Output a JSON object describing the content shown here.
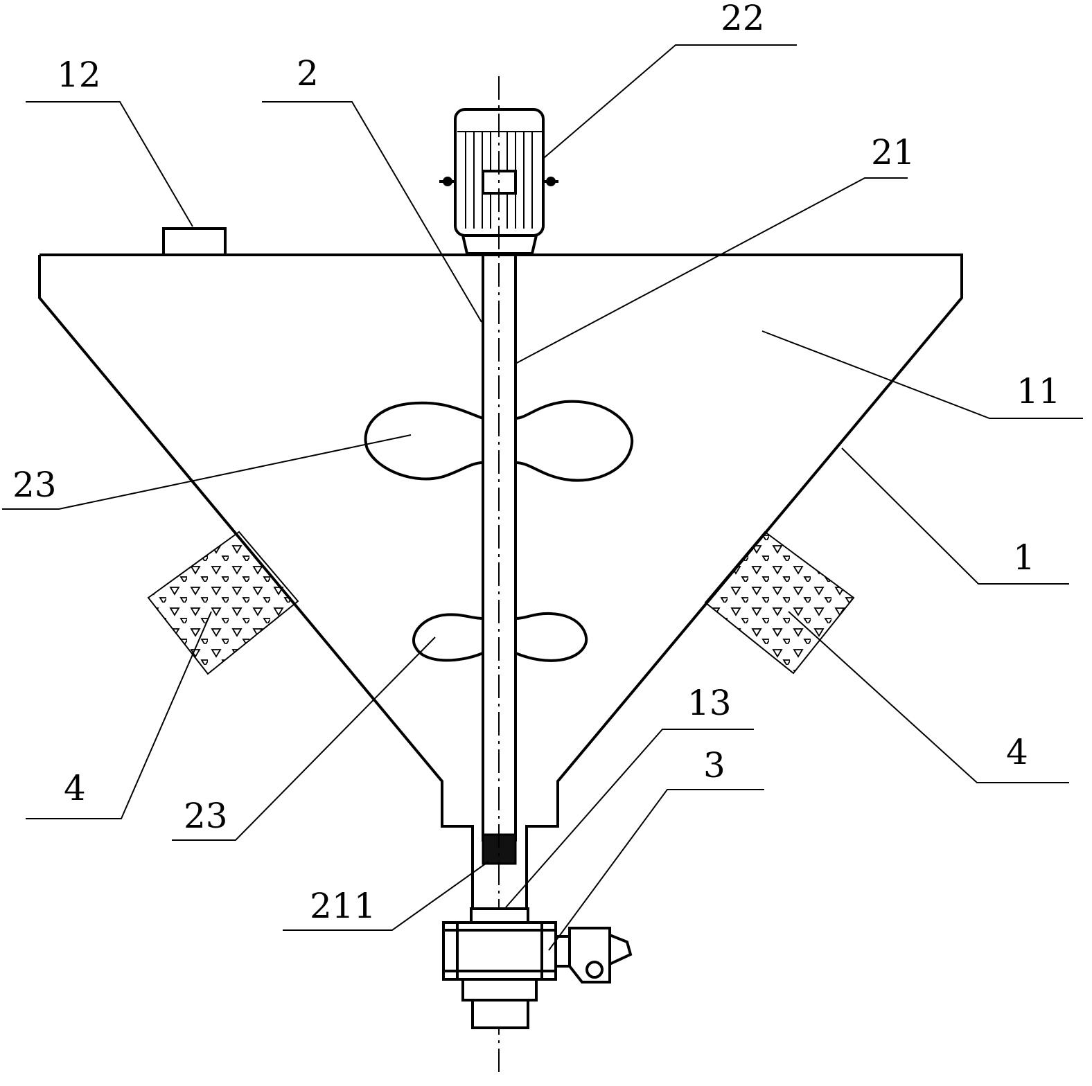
{
  "labels": {
    "l12": "12",
    "l2": "2",
    "l22": "22",
    "l21": "21",
    "l11": "11",
    "l23a": "23",
    "l1": "1",
    "l4a": "4",
    "l4b": "4",
    "l23b": "23",
    "l13": "13",
    "l3": "3",
    "l211": "211"
  }
}
